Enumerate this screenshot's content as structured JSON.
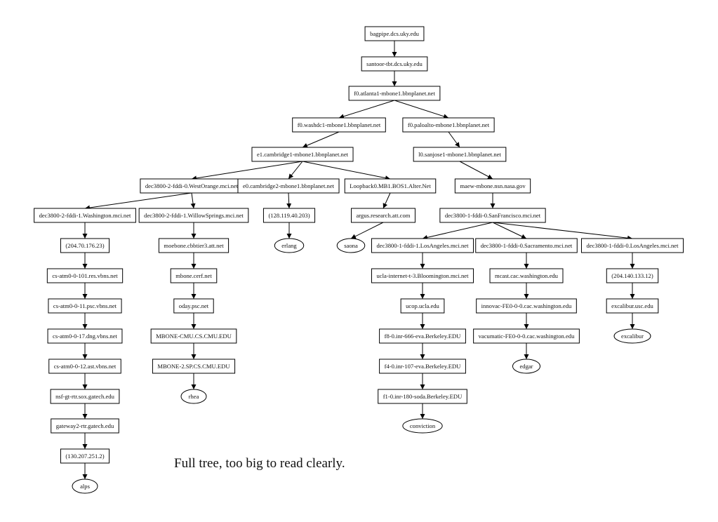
{
  "caption": "Full tree, too big to read clearly.",
  "tree": {
    "nodes": [
      {
        "id": "bagpipe",
        "label": "bagpipe.dcs.uky.edu",
        "shape": "box"
      },
      {
        "id": "santoor",
        "label": "santoor-tbt.dcs.uky.edu",
        "shape": "box"
      },
      {
        "id": "atlanta",
        "label": "f0.atlanta1-mbone1.bbnplanet.net",
        "shape": "box"
      },
      {
        "id": "washdc",
        "label": "f0.washdc1-mbone1.bbnplanet.net",
        "shape": "box"
      },
      {
        "id": "paloalto",
        "label": "f0.paloalto-mbone1.bbnplanet.net",
        "shape": "box"
      },
      {
        "id": "cambridge1",
        "label": "e1.cambridge1-mbone1.bbnplanet.net",
        "shape": "box"
      },
      {
        "id": "sanjose",
        "label": "l0.sanjose1-mbone1.bbnplanet.net",
        "shape": "box"
      },
      {
        "id": "westorange",
        "label": "dec3800-2-fddi-0.WestOrange.mci.net",
        "shape": "box"
      },
      {
        "id": "cambridge2",
        "label": "e0.cambridge2-mbone1.bbnplanet.net",
        "shape": "box"
      },
      {
        "id": "loopback",
        "label": "Loopback0.MB1.BOS1.Alter.Net",
        "shape": "box"
      },
      {
        "id": "maew",
        "label": "maew-mbone.nsn.nasa.gov",
        "shape": "box"
      },
      {
        "id": "washington",
        "label": "dec3800-2-fddi-1.Washington.mci.net",
        "shape": "box"
      },
      {
        "id": "willowsprings",
        "label": "dec3800-2-fddi-1.WillowSprings.mci.net",
        "shape": "box"
      },
      {
        "id": "ip128",
        "label": "(128.119.40.203)",
        "shape": "box"
      },
      {
        "id": "argus",
        "label": "argus.research.att.com",
        "shape": "box"
      },
      {
        "id": "sanfrancisco",
        "label": "dec3800-1-fddi-0.SanFrancisco.mci.net",
        "shape": "box"
      },
      {
        "id": "ip204a",
        "label": "(204.70.176.23)",
        "shape": "box"
      },
      {
        "id": "moebone",
        "label": "moebone.cbbtier3.att.net",
        "shape": "box"
      },
      {
        "id": "erlang",
        "label": "erlang",
        "shape": "ellipse"
      },
      {
        "id": "saona",
        "label": "saona",
        "shape": "ellipse"
      },
      {
        "id": "losangeles1",
        "label": "dec3800-1-fddi-1.LosAngeles.mci.net",
        "shape": "box"
      },
      {
        "id": "sacramento",
        "label": "dec3800-1-fddi-0.Sacramento.mci.net",
        "shape": "box"
      },
      {
        "id": "losangeles0",
        "label": "dec3800-1-fddi-0.LosAngeles.mci.net",
        "shape": "box"
      },
      {
        "id": "atm101",
        "label": "cs-atm0-0-101.res.vbns.net",
        "shape": "box"
      },
      {
        "id": "mbonecerf",
        "label": "mbone.cerf.net",
        "shape": "box"
      },
      {
        "id": "ucla",
        "label": "ucla-internet-t-3.Bloomington.mci.net",
        "shape": "box"
      },
      {
        "id": "mcast",
        "label": "mcast.cac.washington.edu",
        "shape": "box"
      },
      {
        "id": "ip204b",
        "label": "(204.140.133.12)",
        "shape": "box"
      },
      {
        "id": "atm11",
        "label": "cs-atm0-0-11.psc.vbns.net",
        "shape": "box"
      },
      {
        "id": "oday",
        "label": "oday.psc.net",
        "shape": "box"
      },
      {
        "id": "ucop",
        "label": "ucop.ucla.edu",
        "shape": "box"
      },
      {
        "id": "innovac",
        "label": "innovac-FE0-0-0.cac.washington.edu",
        "shape": "box"
      },
      {
        "id": "excaliburusc",
        "label": "excalibur.usc.edu",
        "shape": "box"
      },
      {
        "id": "atm17",
        "label": "cs-atm0-0-17.dng.vbns.net",
        "shape": "box"
      },
      {
        "id": "mbonecmu",
        "label": "MBONE-CMU.CS.CMU.EDU",
        "shape": "box"
      },
      {
        "id": "f8",
        "label": "f8-0.inr-666-eva.Berkeley.EDU",
        "shape": "box"
      },
      {
        "id": "vacumatic",
        "label": "vacumatic-FE0-0-0.cac.washington.edu",
        "shape": "box"
      },
      {
        "id": "excalibur",
        "label": "excalibur",
        "shape": "ellipse"
      },
      {
        "id": "atm12",
        "label": "cs-atm0-0-12.ast.vbns.net",
        "shape": "box"
      },
      {
        "id": "mbone2",
        "label": "MBONE-2.SP.CS.CMU.EDU",
        "shape": "box"
      },
      {
        "id": "f4",
        "label": "f4-0.inr-107-eva.Berkeley.EDU",
        "shape": "box"
      },
      {
        "id": "edgar",
        "label": "edgar",
        "shape": "ellipse"
      },
      {
        "id": "nsfgt",
        "label": "nsf-gt-rtr.sox.gatech.edu",
        "shape": "box"
      },
      {
        "id": "rhea",
        "label": "rhea",
        "shape": "ellipse"
      },
      {
        "id": "f1",
        "label": "f1-0.inr-180-soda.Berkeley.EDU",
        "shape": "box"
      },
      {
        "id": "gateway2",
        "label": "gateway2-rtr.gatech.edu",
        "shape": "box"
      },
      {
        "id": "conviction",
        "label": "conviction",
        "shape": "ellipse"
      },
      {
        "id": "ip130",
        "label": "(130.207.251.2)",
        "shape": "box"
      },
      {
        "id": "alps",
        "label": "alps",
        "shape": "ellipse"
      }
    ],
    "edges": [
      [
        "bagpipe",
        "santoor"
      ],
      [
        "santoor",
        "atlanta"
      ],
      [
        "atlanta",
        "washdc"
      ],
      [
        "atlanta",
        "paloalto"
      ],
      [
        "washdc",
        "cambridge1"
      ],
      [
        "paloalto",
        "sanjose"
      ],
      [
        "cambridge1",
        "westorange"
      ],
      [
        "cambridge1",
        "cambridge2"
      ],
      [
        "cambridge1",
        "loopback"
      ],
      [
        "sanjose",
        "maew"
      ],
      [
        "westorange",
        "washington"
      ],
      [
        "westorange",
        "willowsprings"
      ],
      [
        "cambridge2",
        "ip128"
      ],
      [
        "loopback",
        "argus"
      ],
      [
        "maew",
        "sanfrancisco"
      ],
      [
        "washington",
        "ip204a"
      ],
      [
        "willowsprings",
        "moebone"
      ],
      [
        "ip128",
        "erlang"
      ],
      [
        "argus",
        "saona"
      ],
      [
        "sanfrancisco",
        "losangeles1"
      ],
      [
        "sanfrancisco",
        "sacramento"
      ],
      [
        "sanfrancisco",
        "losangeles0"
      ],
      [
        "ip204a",
        "atm101"
      ],
      [
        "moebone",
        "mbonecerf"
      ],
      [
        "losangeles1",
        "ucla"
      ],
      [
        "sacramento",
        "mcast"
      ],
      [
        "losangeles0",
        "ip204b"
      ],
      [
        "atm101",
        "atm11"
      ],
      [
        "mbonecerf",
        "oday"
      ],
      [
        "ucla",
        "ucop"
      ],
      [
        "mcast",
        "innovac"
      ],
      [
        "ip204b",
        "excaliburusc"
      ],
      [
        "atm11",
        "atm17"
      ],
      [
        "oday",
        "mbonecmu"
      ],
      [
        "ucop",
        "f8"
      ],
      [
        "innovac",
        "vacumatic"
      ],
      [
        "excaliburusc",
        "excalibur"
      ],
      [
        "atm17",
        "atm12"
      ],
      [
        "mbonecmu",
        "mbone2"
      ],
      [
        "f8",
        "f4"
      ],
      [
        "vacumatic",
        "edgar"
      ],
      [
        "atm12",
        "nsfgt"
      ],
      [
        "mbone2",
        "rhea"
      ],
      [
        "f4",
        "f1"
      ],
      [
        "nsfgt",
        "gateway2"
      ],
      [
        "f1",
        "conviction"
      ],
      [
        "gateway2",
        "ip130"
      ],
      [
        "ip130",
        "alps"
      ]
    ]
  }
}
